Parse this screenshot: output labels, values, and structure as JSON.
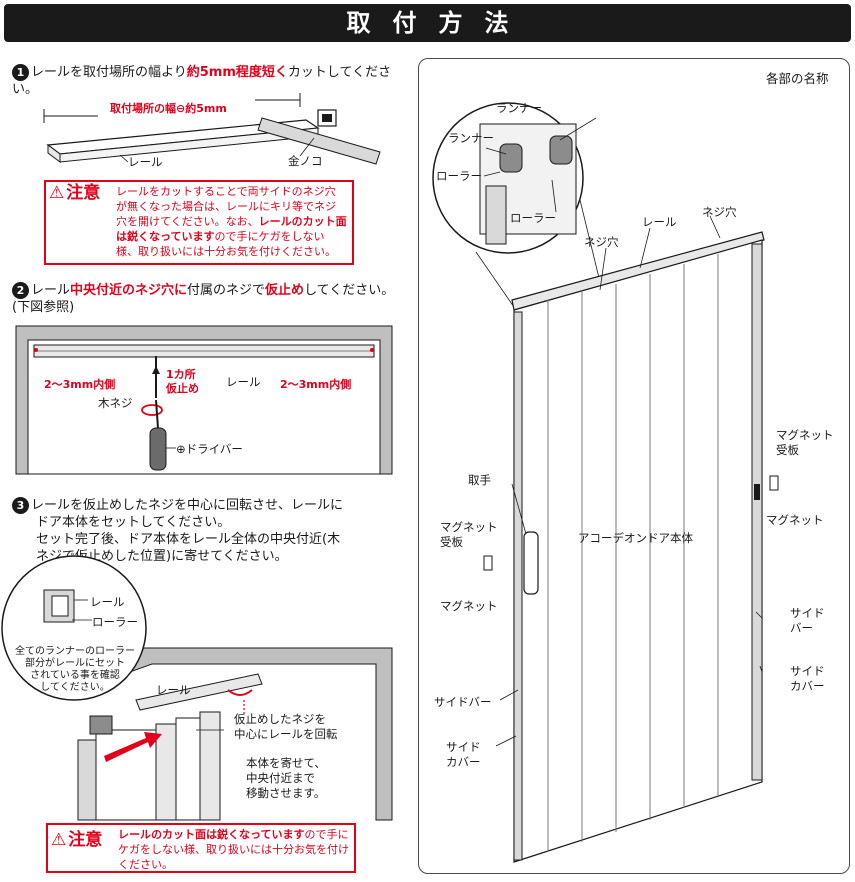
{
  "header": {
    "title": "取付方法"
  },
  "step1": {
    "num": "1",
    "text_a": "レールを取付場所の幅より",
    "text_red": "約5mm程度短く",
    "text_b": "カットしてください。",
    "width_label": "取付場所の幅⊖約5mm",
    "rail_label": "レール",
    "cap_label": "金ノコ"
  },
  "caution1": {
    "title": "注意",
    "line1": "レールをカットすることで両サイドのネジ穴",
    "line2": "が無くなった場合は、レールにキリ等でネジ",
    "line3": "穴を開けてください。なお、",
    "line3_bold": "レールのカット面",
    "line4_bold": "は鋭くなっています",
    "line4": "ので手にケガをしない",
    "line5": "様、取り扱いには十分お気を付けください。"
  },
  "step2": {
    "num": "2",
    "text_a": "レール",
    "text_red": "中央付近のネジ穴に",
    "text_b": "付属のネジで",
    "text_red2": "仮止め",
    "text_c": "してください。(下図参照)",
    "left_side": "2～3mm内側",
    "right_side": "2～3mm内側",
    "rail_label": "レール",
    "point1": "1カ所",
    "point2": "仮止め",
    "screw_label": "木ネジ",
    "driver_label": "⊕ドライバー"
  },
  "step3": {
    "num": "3",
    "line1": "レールを仮止めしたネジを中心に回転させ、レールに",
    "line2": "ドア本体をセットしてください。",
    "line3": "セット完了後、ドア本体をレール全体の中央付近(木",
    "line4": "ネジで仮止めした位置)に寄せてください。",
    "rail_label": "レール",
    "roller_label": "ローラー",
    "confirm1": "全てのランナーのローラー",
    "confirm2": "部分がレールにセット",
    "confirm3": "されている事を確認",
    "confirm4": "してください。",
    "rail_label2": "レール",
    "rotate1": "仮止めしたネジを",
    "rotate2": "中心にレールを回転",
    "move1": "本体を寄せて、",
    "move2": "中央付近まで",
    "move3": "移動させます。"
  },
  "caution2": {
    "title": "注意",
    "line1_bold": "レールのカット面は鋭くなっています",
    "line1": "ので手に",
    "line2": "ケガをしない様、取り扱いには十分お気を付け",
    "line3": "ください。"
  },
  "parts": {
    "title": "各部の名称",
    "runner1": "ランナー",
    "runner2": "ランナー",
    "roller1": "ローラー",
    "roller2": "ローラー",
    "rail": "レール",
    "screw_hole1": "ネジ穴",
    "screw_hole2": "ネジ穴",
    "handle": "取手",
    "magnet_plate1_a": "マグネット",
    "magnet_plate1_b": "受板",
    "magnet1": "マグネット",
    "body": "アコーデオンドア本体",
    "magnet_plate2_a": "マグネット",
    "magnet_plate2_b": "受板",
    "magnet2": "マグネット",
    "side_bar_r_a": "サイド",
    "side_bar_r_b": "バー",
    "side_cover_r_a": "サイド",
    "side_cover_r_b": "カバー",
    "side_bar_l": "サイドバー",
    "side_cover_l_a": "サイド",
    "side_cover_l_b": "カバー"
  },
  "colors": {
    "accent": "#e3001b",
    "dark": "#1a1a1a"
  }
}
